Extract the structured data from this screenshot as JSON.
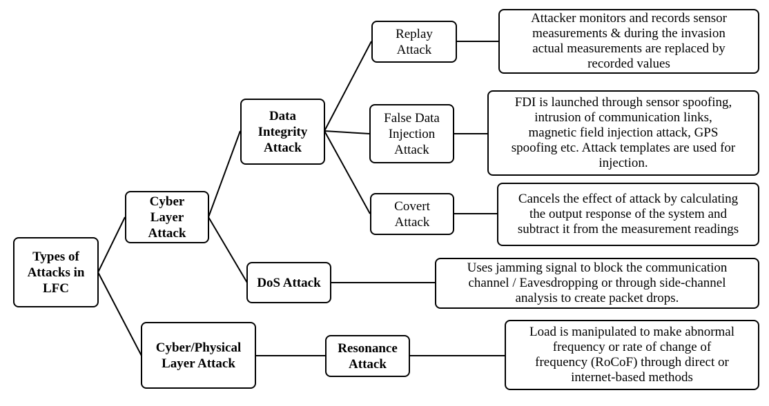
{
  "nodes": {
    "root": "Types of\nAttacks in\nLFC",
    "cyber_layer": "Cyber\nLayer\nAttack",
    "cyber_physical_layer": "Cyber/Physical\nLayer Attack",
    "data_integrity": "Data\nIntegrity\nAttack",
    "dos": "DoS Attack",
    "resonance": "Resonance\nAttack",
    "replay": "Replay\nAttack",
    "false_data_injection": "False Data\nInjection\nAttack",
    "covert": "Covert\nAttack"
  },
  "descriptions": {
    "replay": "Attacker monitors and records sensor\nmeasurements & during the invasion\nactual measurements are replaced by\nrecorded values",
    "false_data_injection": "FDI is launched through sensor spoofing,\nintrusion of communication links,\nmagnetic field injection attack, GPS\nspoofing etc. Attack templates are used for\ninjection.",
    "covert": "Cancels the effect of attack by calculating\nthe output response of the system and\nsubtract it from the measurement readings",
    "dos": "Uses jamming signal to block the communication\nchannel / Eavesdropping or through side-channel\nanalysis to create packet drops.",
    "resonance": "Load is manipulated to make abnormal\nfrequency or rate of change of\nfrequency (RoCoF)  through direct or\ninternet-based methods"
  },
  "colors": {
    "line": "#000000",
    "box_border": "#000000",
    "background": "#ffffff"
  }
}
